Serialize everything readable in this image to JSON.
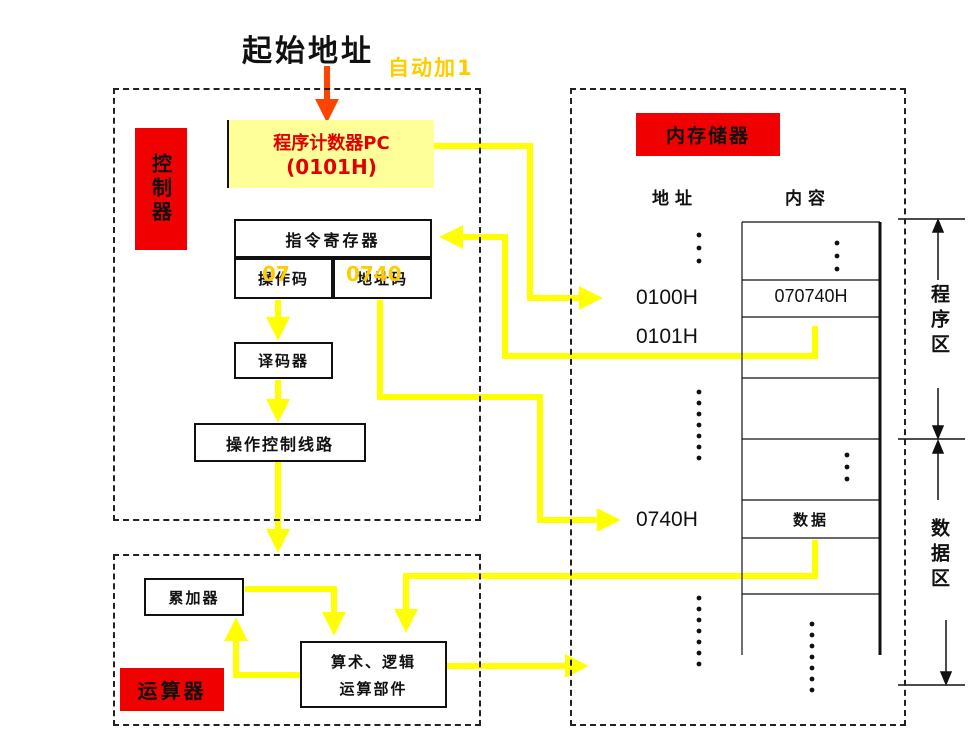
{
  "title": "起始地址",
  "auto_increment": "自动加1",
  "controller": {
    "label": "控制器",
    "pc_line1": "程序计数器PC",
    "pc_line2": "(0101H)",
    "ir_label": "指令寄存器",
    "opcode_label": "操作码",
    "addrcode_label": "地址码",
    "opcode_value": "07",
    "addrcode_value": "0740",
    "decoder": "译码器",
    "control_circuit": "操作控制线路"
  },
  "alu": {
    "label": "运算器",
    "accumulator": "累加器",
    "alu_line1": "算术、逻辑",
    "alu_line2": "运算部件"
  },
  "memory": {
    "label": "内存储器",
    "col_address": "地址",
    "col_content": "内容",
    "addresses": [
      "0100H",
      "0101H",
      "0740H"
    ],
    "contents": [
      "070740H",
      "数据"
    ],
    "zone_program": "程序区",
    "zone_data": "数据区"
  },
  "colors": {
    "red": "#f00000",
    "yellow_arrow": "#ffff00",
    "pc_fill": "#ffff99",
    "orange_arrow": "#ff4400",
    "auto_text": "#ffcc00"
  }
}
